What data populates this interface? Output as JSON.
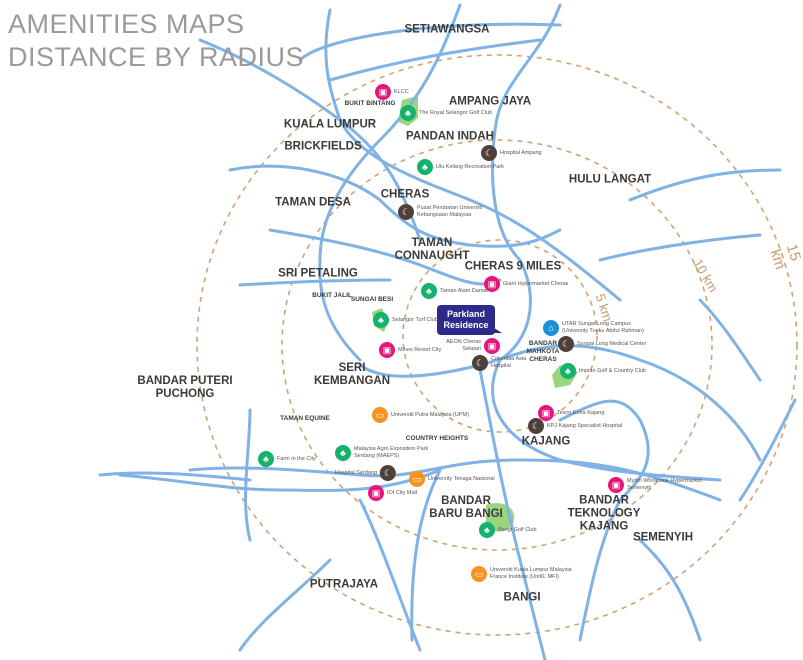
{
  "title": {
    "line1": "AMENITIES MAPS",
    "line2": "DISTANCE BY RADIUS"
  },
  "rings": [
    "5 km",
    "10 km",
    "15 km"
  ],
  "marker": "Parkland\nResidence",
  "colors": {
    "road": "#7fb2e5",
    "ring": "#d4a272",
    "mall": "#e6157b",
    "park": "#13b36b",
    "hospital": "#4f4039",
    "education": "#f7931e",
    "university": "#1e90d6",
    "green_area": "#9bd47f",
    "marker": "#2e2a8c"
  },
  "areas": [
    "SETIAWANGSA",
    "BUKIT BINTANG",
    "AMPANG JAYA",
    "KUALA LUMPUR",
    "PANDAN INDAH",
    "BRICKFIELDS",
    "HULU LANGAT",
    "TAMAN DESA",
    "CHERAS",
    "TAMAN\nCONNAUGHT",
    "CHERAS 9 MILES",
    "SRI PETALING",
    "BUKIT JALIL",
    "SUNGAI BESI",
    "BANDAR\nMAHKOTA\nCHERAS",
    "SERI\nKEMBANGAN",
    "BANDAR PUTERI\nPUCHONG",
    "TAMAN EQUINE",
    "COUNTRY HEIGHTS",
    "KAJANG",
    "BANDAR\nBARU BANGI",
    "BANDAR\nTEKNOLOGY\nKAJANG",
    "SEMENYIH",
    "PUTRAJAYA",
    "BANGI"
  ],
  "pois": [
    {
      "name": "KLCC",
      "type": "mall"
    },
    {
      "name": "The Royal Selangor Golf Club",
      "type": "park"
    },
    {
      "name": "Hospital Ampang",
      "type": "hospital"
    },
    {
      "name": "Ulu Kelang Recreation Park",
      "type": "park"
    },
    {
      "name": "Pusat Perubatan Universiti Kebangsaan Malaysia",
      "type": "hospital"
    },
    {
      "name": "Giant Hypermarket Cheras",
      "type": "mall"
    },
    {
      "name": "Taman Alam Damai",
      "type": "park"
    },
    {
      "name": "Selangor Turf Club",
      "type": "park"
    },
    {
      "name": "Mines Resort City",
      "type": "mall"
    },
    {
      "name": "AEON Cheras Selatan",
      "type": "mall"
    },
    {
      "name": "Columbia Asia Hospital",
      "type": "hospital"
    },
    {
      "name": "UTAR Sungai Long Campus (University Tunku Abdul Rahman)",
      "type": "university"
    },
    {
      "name": "Sungai Long Medical Center",
      "type": "hospital"
    },
    {
      "name": "Impian Golf & Country Club",
      "type": "park"
    },
    {
      "name": "Tesco Extra Kajang",
      "type": "mall"
    },
    {
      "name": "KPJ Kajang Specialist Hospital",
      "type": "hospital"
    },
    {
      "name": "Universiti Putra Malaysia (UPM)",
      "type": "education"
    },
    {
      "name": "Malaysia Agro Exposition Park Serdang (MAEPS)",
      "type": "park"
    },
    {
      "name": "Farm in the City",
      "type": "park"
    },
    {
      "name": "Hospital Serdang",
      "type": "hospital"
    },
    {
      "name": "University Tenaga Nasional",
      "type": "education"
    },
    {
      "name": "IOI City Mall",
      "type": "mall"
    },
    {
      "name": "Mydin Wholesale Hypermarket Semenyih",
      "type": "mall"
    },
    {
      "name": "Bangi Golf Club",
      "type": "park"
    },
    {
      "name": "Universiti Kuala Lumpur Malaysia France Institute (UniKL MFI)",
      "type": "education"
    }
  ]
}
